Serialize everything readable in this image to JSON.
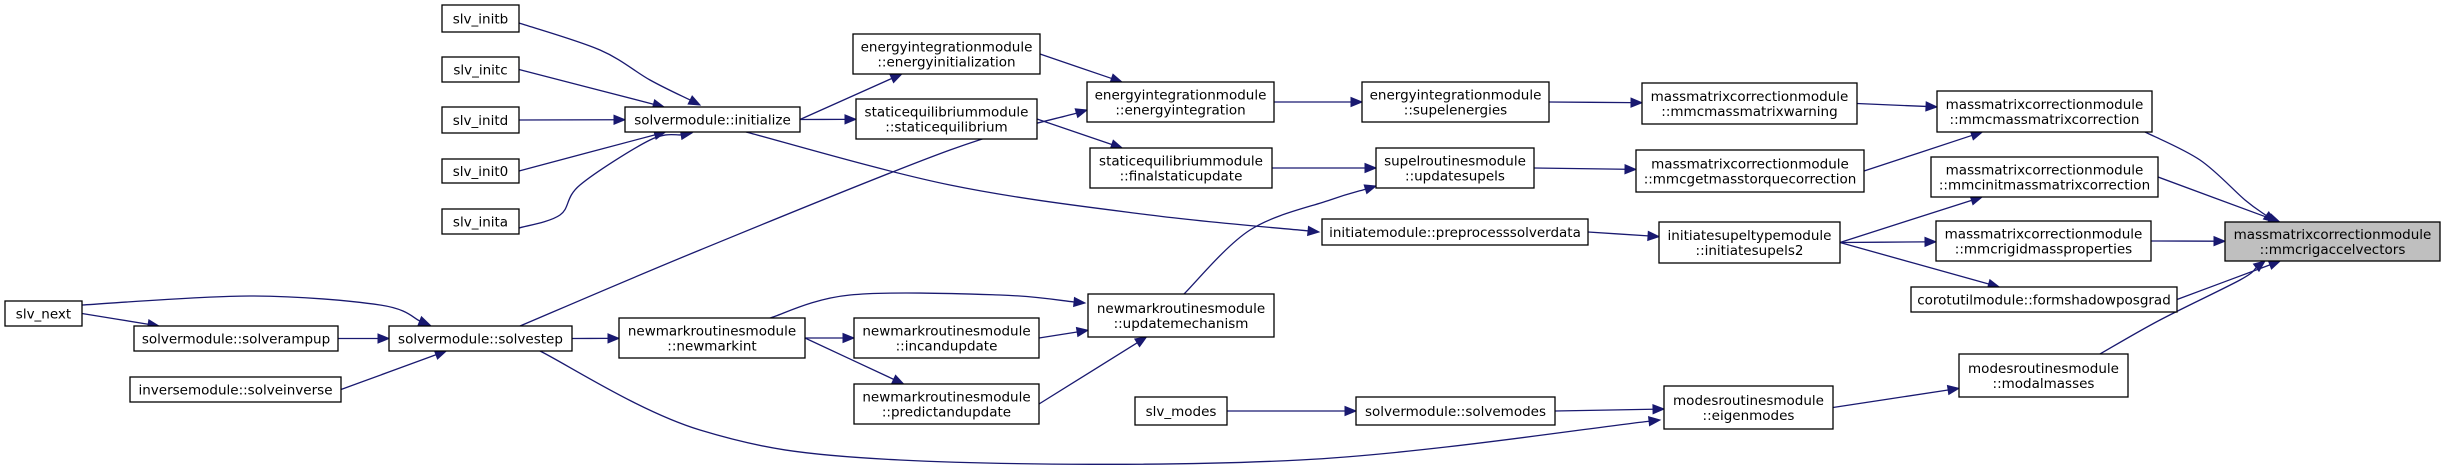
{
  "graph": {
    "type": "caller-graph",
    "edge_color": "#191970",
    "node_border_color": "#000000",
    "current_node_fill": "#bfbfbf",
    "nodes": [
      {
        "id": "slv_initb",
        "lines": [
          "slv_initb"
        ]
      },
      {
        "id": "slv_initc",
        "lines": [
          "slv_initc"
        ]
      },
      {
        "id": "slv_initd",
        "lines": [
          "slv_initd"
        ]
      },
      {
        "id": "slv_init0",
        "lines": [
          "slv_init0"
        ]
      },
      {
        "id": "slv_inita",
        "lines": [
          "slv_inita"
        ]
      },
      {
        "id": "initialize",
        "lines": [
          "solvermodule::initialize"
        ]
      },
      {
        "id": "energyinitialization",
        "lines": [
          "energyintegrationmodule",
          "::energyinitialization"
        ]
      },
      {
        "id": "staticequilibrium",
        "lines": [
          "staticequilibriummodule",
          "::staticequilibrium"
        ]
      },
      {
        "id": "energyintegration",
        "lines": [
          "energyintegrationmodule",
          "::energyintegration"
        ]
      },
      {
        "id": "finalstaticupdate",
        "lines": [
          "staticequilibriummodule",
          "::finalstaticupdate"
        ]
      },
      {
        "id": "supelenergies",
        "lines": [
          "energyintegrationmodule",
          "::supelenergies"
        ]
      },
      {
        "id": "updatesupels",
        "lines": [
          "supelroutinesmodule",
          "::updatesupels"
        ]
      },
      {
        "id": "preprocesssolverdata",
        "lines": [
          "initiatemodule::preprocesssolverdata"
        ]
      },
      {
        "id": "mmcmassmatrixwarning",
        "lines": [
          "massmatrixcorrectionmodule",
          "::mmcmassmatrixwarning"
        ]
      },
      {
        "id": "mmcgetmasstorquecorrection",
        "lines": [
          "massmatrixcorrectionmodule",
          "::mmcgetmasstorquecorrection"
        ]
      },
      {
        "id": "initiatesupels2",
        "lines": [
          "initiatesupeltypemodule",
          "::initiatesupels2"
        ]
      },
      {
        "id": "mmcmassmatrixcorrection",
        "lines": [
          "massmatrixcorrectionmodule",
          "::mmcmassmatrixcorrection"
        ]
      },
      {
        "id": "mmcinitmassmatrixcorrection",
        "lines": [
          "massmatrixcorrectionmodule",
          "::mmcinitmassmatrixcorrection"
        ]
      },
      {
        "id": "mmcrigidmassproperties",
        "lines": [
          "massmatrixcorrectionmodule",
          "::mmcrigidmassproperties"
        ]
      },
      {
        "id": "formshadowposgrad",
        "lines": [
          "corotutilmodule::formshadowposgrad"
        ]
      },
      {
        "id": "mmcrigaccelvectors",
        "lines": [
          "massmatrixcorrectionmodule",
          "::mmcrigaccelvectors"
        ],
        "current": true
      },
      {
        "id": "slv_next",
        "lines": [
          "slv_next"
        ]
      },
      {
        "id": "solverampup",
        "lines": [
          "solvermodule::solverampup"
        ]
      },
      {
        "id": "solveinverse",
        "lines": [
          "inversemodule::solveinverse"
        ]
      },
      {
        "id": "solvestep",
        "lines": [
          "solvermodule::solvestep"
        ]
      },
      {
        "id": "newmarkint",
        "lines": [
          "newmarkroutinesmodule",
          "::newmarkint"
        ]
      },
      {
        "id": "incandupdate",
        "lines": [
          "newmarkroutinesmodule",
          "::incandupdate"
        ]
      },
      {
        "id": "predictandupdate",
        "lines": [
          "newmarkroutinesmodule",
          "::predictandupdate"
        ]
      },
      {
        "id": "updatemechanism",
        "lines": [
          "newmarkroutinesmodule",
          "::updatemechanism"
        ]
      },
      {
        "id": "slv_modes",
        "lines": [
          "slv_modes"
        ]
      },
      {
        "id": "solvemodes",
        "lines": [
          "solvermodule::solvemodes"
        ]
      },
      {
        "id": "eigenmodes",
        "lines": [
          "modesroutinesmodule",
          "::eigenmodes"
        ]
      },
      {
        "id": "modalmasses",
        "lines": [
          "modesroutinesmodule",
          "::modalmasses"
        ]
      }
    ],
    "edges": [
      {
        "from": "slv_initb",
        "to": "initialize"
      },
      {
        "from": "slv_initc",
        "to": "initialize"
      },
      {
        "from": "slv_initd",
        "to": "initialize"
      },
      {
        "from": "slv_init0",
        "to": "initialize"
      },
      {
        "from": "slv_inita",
        "to": "initialize"
      },
      {
        "from": "initialize",
        "to": "energyinitialization"
      },
      {
        "from": "initialize",
        "to": "staticequilibrium"
      },
      {
        "from": "initialize",
        "to": "preprocesssolverdata"
      },
      {
        "from": "energyinitialization",
        "to": "energyintegration"
      },
      {
        "from": "staticequilibrium",
        "to": "finalstaticupdate"
      },
      {
        "from": "energyintegration",
        "to": "supelenergies"
      },
      {
        "from": "finalstaticupdate",
        "to": "updatesupels"
      },
      {
        "from": "supelenergies",
        "to": "mmcmassmatrixwarning"
      },
      {
        "from": "updatesupels",
        "to": "mmcgetmasstorquecorrection"
      },
      {
        "from": "preprocesssolverdata",
        "to": "initiatesupels2"
      },
      {
        "from": "mmcmassmatrixwarning",
        "to": "mmcmassmatrixcorrection"
      },
      {
        "from": "mmcgetmasstorquecorrection",
        "to": "mmcmassmatrixcorrection"
      },
      {
        "from": "initiatesupels2",
        "to": "mmcinitmassmatrixcorrection"
      },
      {
        "from": "initiatesupels2",
        "to": "mmcrigidmassproperties"
      },
      {
        "from": "initiatesupels2",
        "to": "formshadowposgrad"
      },
      {
        "from": "mmcmassmatrixcorrection",
        "to": "mmcrigaccelvectors"
      },
      {
        "from": "mmcinitmassmatrixcorrection",
        "to": "mmcrigaccelvectors"
      },
      {
        "from": "mmcrigidmassproperties",
        "to": "mmcrigaccelvectors"
      },
      {
        "from": "formshadowposgrad",
        "to": "mmcrigaccelvectors"
      },
      {
        "from": "modalmasses",
        "to": "mmcrigaccelvectors"
      },
      {
        "from": "slv_next",
        "to": "solverampup"
      },
      {
        "from": "slv_next",
        "to": "solvestep"
      },
      {
        "from": "solverampup",
        "to": "solvestep"
      },
      {
        "from": "solveinverse",
        "to": "solvestep"
      },
      {
        "from": "solvestep",
        "to": "energyintegration"
      },
      {
        "from": "solvestep",
        "to": "newmarkint"
      },
      {
        "from": "solvestep",
        "to": "eigenmodes"
      },
      {
        "from": "newmarkint",
        "to": "incandupdate"
      },
      {
        "from": "newmarkint",
        "to": "predictandupdate"
      },
      {
        "from": "newmarkint",
        "to": "updatemechanism"
      },
      {
        "from": "incandupdate",
        "to": "updatemechanism"
      },
      {
        "from": "predictandupdate",
        "to": "updatemechanism"
      },
      {
        "from": "updatemechanism",
        "to": "updatesupels"
      },
      {
        "from": "slv_modes",
        "to": "solvemodes"
      },
      {
        "from": "solvemodes",
        "to": "eigenmodes"
      },
      {
        "from": "eigenmodes",
        "to": "modalmasses"
      }
    ]
  }
}
